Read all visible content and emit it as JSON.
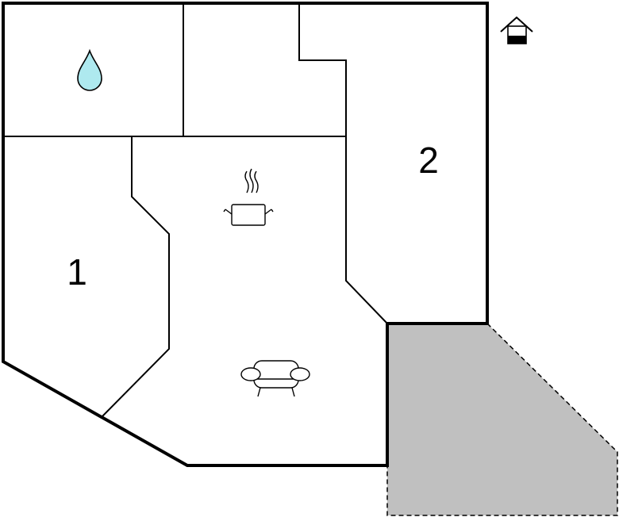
{
  "floorplan": {
    "rooms": [
      {
        "id": "bedroom-1",
        "label": "1"
      },
      {
        "id": "bedroom-2",
        "label": "2"
      }
    ],
    "icons": [
      "water-drop-icon",
      "cooking-pot-icon",
      "sofa-icon",
      "house-floor-level-icon"
    ],
    "colors": {
      "wall": "#000000",
      "floor": "#ffffff",
      "terrace": "#c0c0c0",
      "water": "#aee9ef"
    }
  }
}
